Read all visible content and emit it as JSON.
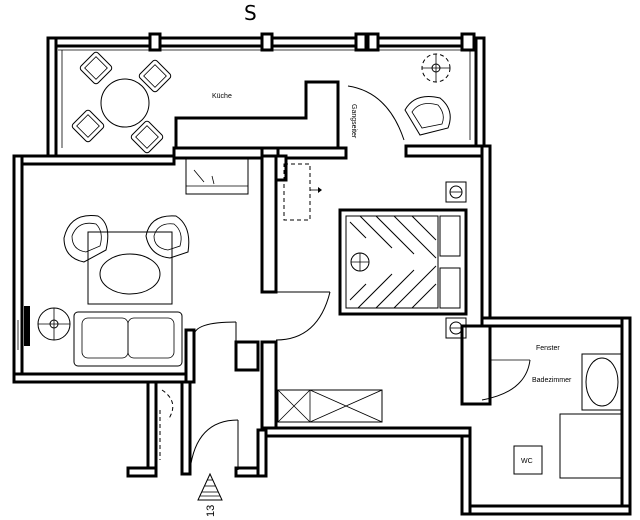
{
  "compass": {
    "label": "S"
  },
  "rooms": {
    "kitchen": "Küche",
    "hallway_door": "Gangseiter",
    "window": "Fenster",
    "bathroom": "Badezimmer",
    "wc": "WC"
  },
  "entrance": {
    "number": "13"
  },
  "icons": [
    "chair-icon",
    "round-table-icon",
    "armchair-icon",
    "plant-icon",
    "bed-icon",
    "sofa-icon",
    "bathtub-icon",
    "toilet-icon",
    "radiator-icon",
    "staircase-icon"
  ]
}
